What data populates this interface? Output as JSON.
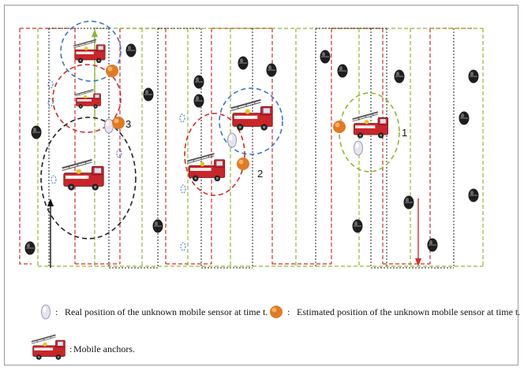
{
  "figure": {
    "colors": {
      "red": "#d42b2b",
      "green": "#8fb832",
      "blue": "#3c74c4",
      "black": "#222222",
      "orange": "#e07b22",
      "white_sensor": "#e6e4ef"
    },
    "labels": {
      "one": "1",
      "two": "2",
      "three": "3"
    }
  },
  "legend": {
    "real_sensor": "Real position of the unknown mobile sensor at time t.",
    "estimated_sensor": "Estimated position of the unknown mobile sensor at time t.",
    "mobile_anchors": "Mobile anchors."
  }
}
